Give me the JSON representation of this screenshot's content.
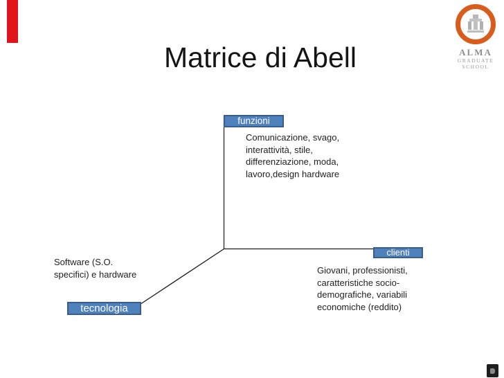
{
  "slide": {
    "title": "Matrice di Abell"
  },
  "accents": {
    "red_bar_color": "#e0151c",
    "axis_line_color": "#1a1a1a",
    "label_bg_color": "#4f81bd",
    "label_border_color": "#385d8a",
    "label_text_color": "#ffffff"
  },
  "logo": {
    "seal_icon": "alma-university-seal",
    "ring_color": "#d85c1c",
    "text_color": "#8f8f8f",
    "alma": "ALMA",
    "graduate": "GRADUATE",
    "school": "SCHOOL"
  },
  "diagram": {
    "funzioni": {
      "label": "funzioni",
      "lines": [
        "Comunicazione, svago,",
        "interattività, stile,",
        "differenziazione, moda,",
        "lavoro,design hardware"
      ]
    },
    "clienti": {
      "label": "clienti",
      "lines": [
        "Giovani, professionisti,",
        "caratteristiche socio-",
        "demografiche, variabili",
        "economiche (reddito)"
      ]
    },
    "tecnologia": {
      "label": "tecnologia",
      "lines": [
        "Software (S.O.",
        "specifici) e hardware"
      ]
    }
  },
  "footer": {
    "icon": "dark-app-icon"
  }
}
